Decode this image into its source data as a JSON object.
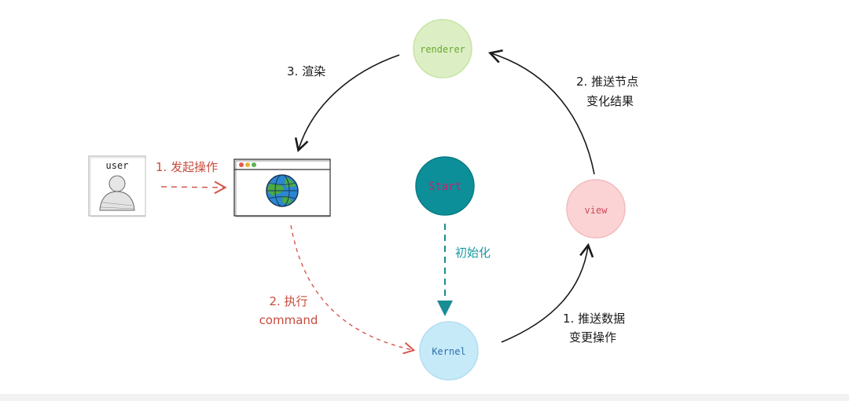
{
  "nodes": {
    "renderer": {
      "label": "renderer"
    },
    "start": {
      "label": "Start"
    },
    "view": {
      "label": "view"
    },
    "kernel": {
      "label": "Kernel"
    },
    "user": {
      "label": "user"
    }
  },
  "edges": {
    "user_to_browser": {
      "label": "1. 发起操作"
    },
    "renderer_to_browser": {
      "label": "3. 渲染"
    },
    "view_to_renderer": {
      "label_line1": "2. 推送节点",
      "label_line2": "变化结果"
    },
    "start_to_kernel": {
      "label": "初始化"
    },
    "browser_to_kernel": {
      "label_line1": "2. 执行",
      "label_line2": "command"
    },
    "kernel_to_view": {
      "label_line1": "1. 推送数据",
      "label_line2": "变更操作"
    }
  },
  "colors": {
    "renderer_fill": "#dcefc4",
    "renderer_text": "#6aa832",
    "start_fill": "#0d8f99",
    "start_text": "#c2246e",
    "view_fill": "#fbd3d5",
    "view_text": "#d04a58",
    "kernel_fill": "#c7eaf9",
    "kernel_text": "#2f6fa8",
    "red_label": "#c84a3b",
    "teal_label": "#1a9aa2",
    "black_label": "#1a1a1a"
  },
  "icons": [
    "user-sketch-icon",
    "browser-window-icon",
    "globe-icon"
  ]
}
